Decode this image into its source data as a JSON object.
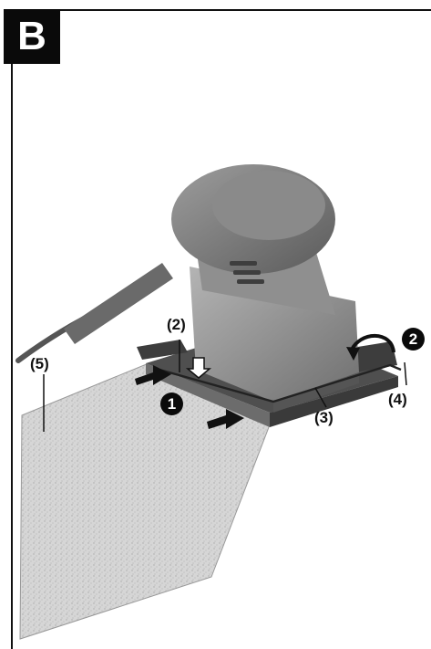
{
  "figure_letter": "B",
  "callouts": {
    "c2": "(2)",
    "c3": "(3)",
    "c4": "(4)",
    "c5": "(5)"
  },
  "steps": {
    "s1": "1",
    "s2": "2"
  },
  "colors": {
    "badge": "#0a0a0a",
    "tool_body": "#8e8e8e",
    "sandpaper": "#d3d3d3",
    "base_plate": "#5a5a5a"
  }
}
